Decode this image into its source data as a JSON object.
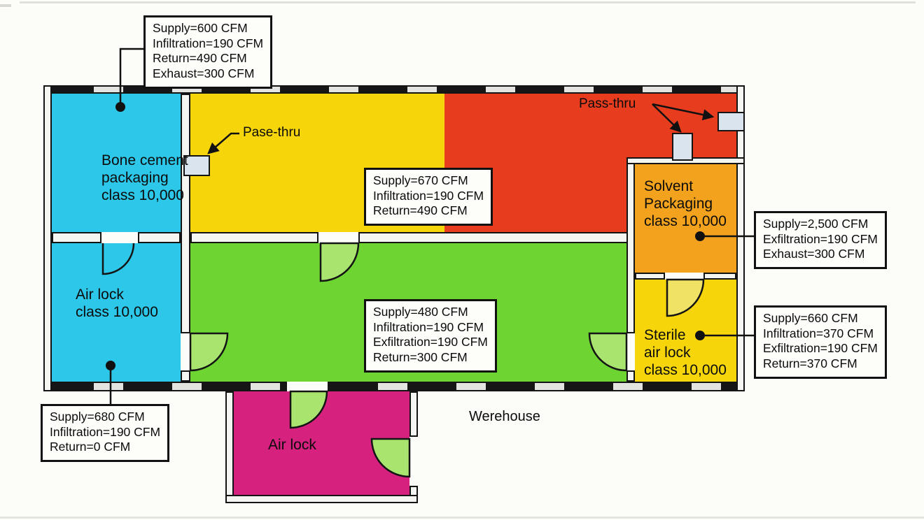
{
  "colors": {
    "cyan": "#2cc7e9",
    "yellow": "#f6d60a",
    "red": "#e73d1e",
    "orange": "#f2a21d",
    "green": "#6ed432",
    "green_light": "#a9e46e",
    "yellow_light": "#efe264",
    "magenta": "#d6217f",
    "passthru_fill": "#d9e4ee",
    "line": "#141414"
  },
  "rooms": {
    "bone_cement": {
      "lines": [
        "Bone cement",
        "packaging",
        "class 10,000"
      ]
    },
    "air_lock_main": {
      "lines": [
        "Air lock",
        "class 10,000"
      ]
    },
    "solvent": {
      "lines": [
        "Solvent",
        "Packaging",
        "class 10,000"
      ]
    },
    "sterile_air_lock": {
      "lines": [
        "Sterile",
        "air lock",
        "class 10,000"
      ]
    },
    "bottom_air_lock": {
      "label": "Air lock"
    },
    "warehouse": {
      "label": "Werehouse"
    }
  },
  "annotations": {
    "bone_cement": {
      "lines": [
        "Supply=600 CFM",
        "Infiltration=190 CFM",
        "Return=490 CFM",
        "Exhaust=300 CFM"
      ]
    },
    "yellow_room": {
      "lines": [
        "Supply=670 CFM",
        "Infiltration=190 CFM",
        "Return=490 CFM"
      ]
    },
    "solvent": {
      "lines": [
        "Supply=2,500 CFM",
        "Exfiltration=190 CFM",
        "Exhaust=300 CFM"
      ]
    },
    "green_room": {
      "lines": [
        "Supply=480 CFM",
        "Infiltration=190 CFM",
        "Exfiltration=190 CFM",
        "Return=300 CFM"
      ]
    },
    "sterile": {
      "lines": [
        "Supply=660 CFM",
        "Infiltration=370 CFM",
        "Exfiltration=190 CFM",
        "Return=370 CFM"
      ]
    },
    "air_lock": {
      "lines": [
        "Supply=680 CFM",
        "Infiltration=190 CFM",
        "Return=0 CFM"
      ]
    }
  },
  "callouts": {
    "pass_thru_left": "Pase-thru",
    "pass_thru_right": "Pass-thru"
  }
}
